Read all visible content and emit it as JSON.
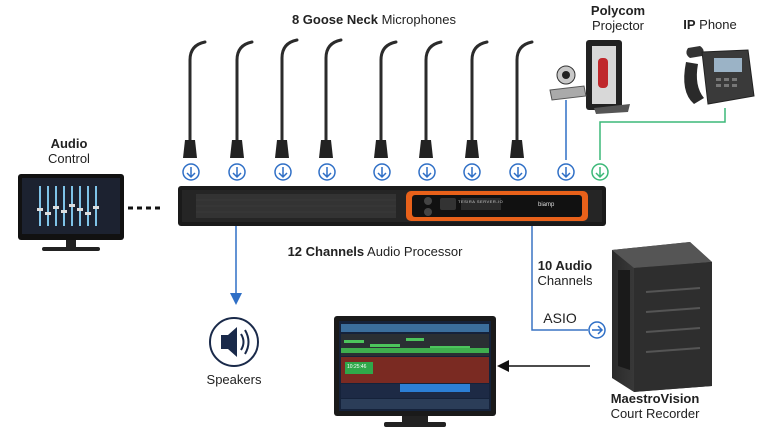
{
  "title": {
    "bold": "8 Goose Neck",
    "rest": " Microphones"
  },
  "polycom": {
    "bold": "Polycom",
    "rest": "Projector"
  },
  "ip_phone": {
    "bold": "IP",
    "rest": " Phone"
  },
  "audio_control": {
    "bold": "Audio",
    "rest": "Control"
  },
  "processor_label": {
    "bold": "12 Channels",
    "rest": " Audio Processor"
  },
  "processor_brand": "TESIRA",
  "processor_model": "SERVER-IO",
  "processor_maker": "biamp",
  "audio_channels": {
    "bold": "10 Audio",
    "rest": "Channels"
  },
  "asio": "ASIO",
  "speakers": "Speakers",
  "recorder": {
    "bold": "MaestroVision",
    "rest": "Court Recorder"
  },
  "screen_timestamp": "10:25:46",
  "colors": {
    "arrow": "#2f6fc6",
    "link": "#3a74c4",
    "green": "#3cb878",
    "orange": "#e8611a"
  }
}
